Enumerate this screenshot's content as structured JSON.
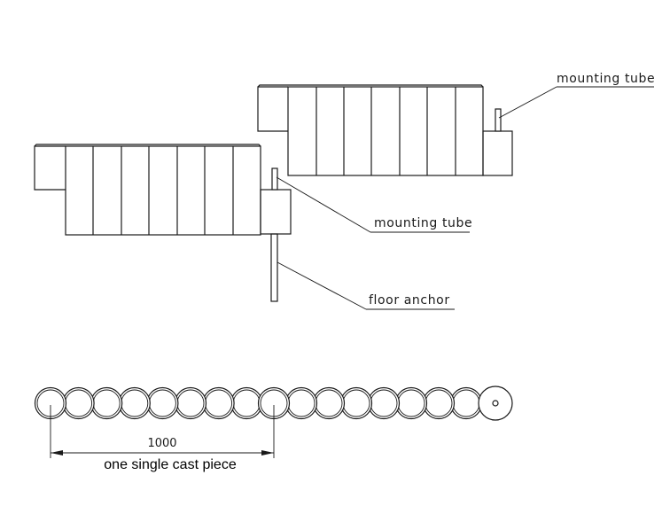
{
  "labels": {
    "mounting_tube_top": "mounting tube",
    "mounting_tube_mid": "mounting tube",
    "floor_anchor": "floor anchor",
    "dimension_value": "1000",
    "dimension_caption": "one single cast piece"
  }
}
